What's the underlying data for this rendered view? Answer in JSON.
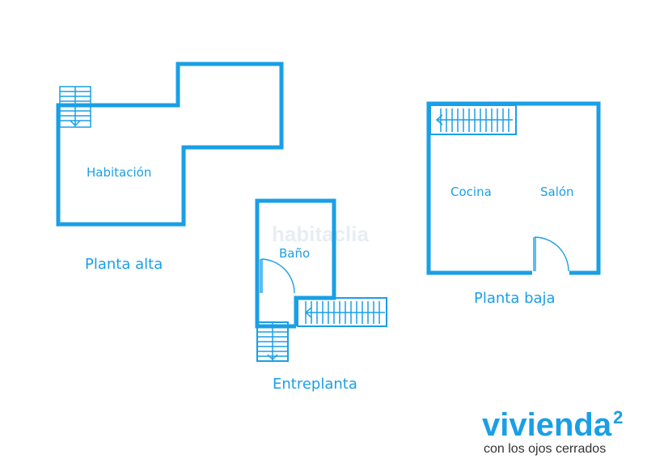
{
  "watermark": "habitaclia",
  "floors": {
    "alta": {
      "label": "Planta alta",
      "rooms": [
        "Habitación"
      ]
    },
    "entreplanta": {
      "label": "Entreplanta",
      "rooms": [
        "Baño"
      ]
    },
    "baja": {
      "label": "Planta baja",
      "rooms": [
        "Cocina",
        "Salón"
      ]
    }
  },
  "logo": {
    "word": "vivienda",
    "superscript": "2",
    "tagline": "con los ojos cerrados"
  },
  "colors": {
    "wall": "#1a9fe6",
    "logo_tagline": "#333333"
  }
}
